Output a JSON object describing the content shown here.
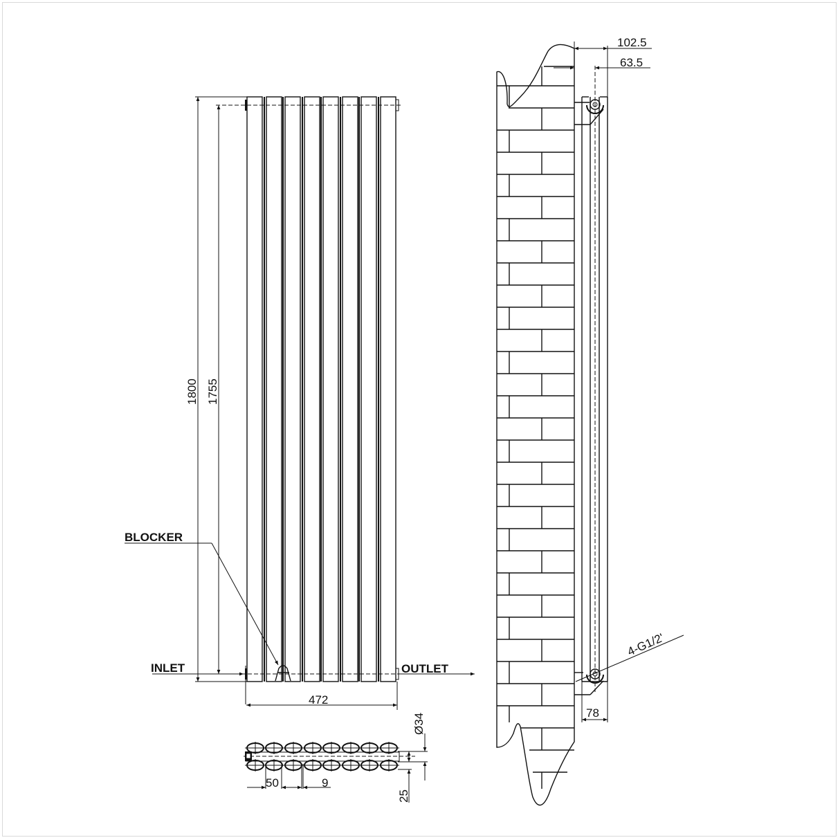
{
  "drawing": {
    "title": "Vertical double-panel radiator technical drawing",
    "views": [
      "front",
      "side-wall-mounted",
      "top-plan"
    ]
  },
  "labels": {
    "blocker": "BLOCKER",
    "inlet": "INLET",
    "outlet": "OUTLET",
    "connection": "4-G1/2'"
  },
  "dimensions": {
    "overall_height": "1800",
    "pipe_centre_height": "1755",
    "overall_width": "472",
    "depth_total": "102.5",
    "depth_wall_to_centre": "63.5",
    "bracket_depth": "78",
    "tube_diameter": "Ø34",
    "tube_pitch": "50",
    "tube_gap": "9",
    "panel_offset": "25"
  },
  "front_view": {
    "column_count": 8
  },
  "colors": {
    "line": "#111111",
    "background": "#ffffff",
    "frame": "#d9d9d9"
  }
}
